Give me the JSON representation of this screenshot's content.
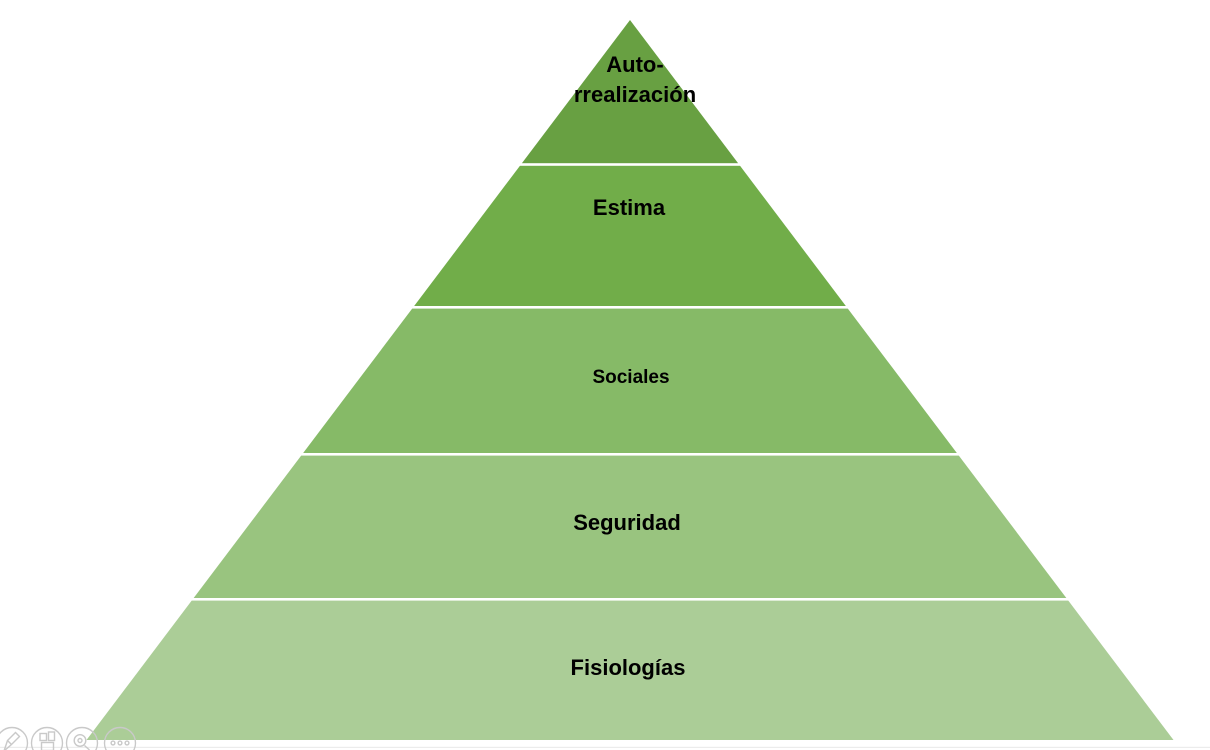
{
  "page": {
    "background_color": "#ffffff",
    "separator_color": "#ffffff",
    "text_color": "#000000"
  },
  "chart_data": {
    "type": "pyramid",
    "title": "",
    "description_levels_top_to_bottom": [
      "Auto-rrealización",
      "Estima",
      "Sociales",
      "Seguridad",
      "Fisiologías"
    ]
  },
  "pyramid": {
    "levels": [
      {
        "id": "auto-rrealizacion",
        "label": "Auto-rrealización",
        "label_lines": [
          "Auto-",
          "rrealización"
        ],
        "color": "#68A042"
      },
      {
        "id": "estima",
        "label": "Estima",
        "color": "#71AD49"
      },
      {
        "id": "sociales",
        "label": "Sociales",
        "color": "#86BA67"
      },
      {
        "id": "seguridad",
        "label": "Seguridad",
        "color": "#99C47F"
      },
      {
        "id": "fisiologias",
        "label": "Fisiologías",
        "color": "#ABCD97"
      }
    ]
  },
  "toolbar": {
    "icon_color": "#c9c9c9",
    "icons": [
      {
        "name": "pen-icon"
      },
      {
        "name": "collage-icon"
      },
      {
        "name": "zoom-icon"
      },
      {
        "name": "more-options-icon"
      }
    ]
  },
  "footer": {
    "divider_color": "#ececec"
  }
}
